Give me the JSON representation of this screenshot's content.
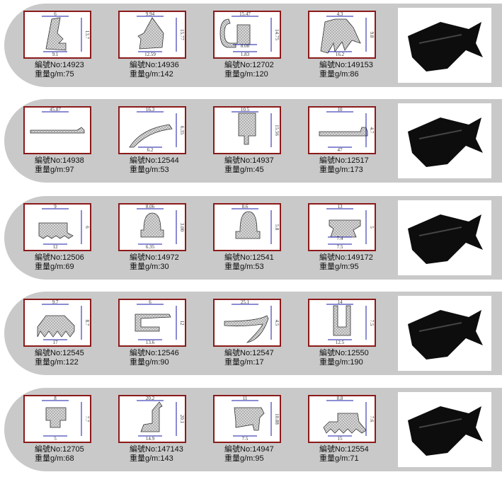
{
  "label_no_prefix": "編號No:",
  "label_weight_prefix": "重量g/m:",
  "colors": {
    "band": "#c9c9c9",
    "frame": "#8b1a1a",
    "dimension": "#1a1aa8",
    "rubber": "#111111"
  },
  "rows": [
    {
      "items": [
        {
          "no": "14923",
          "weight": "75",
          "dims": [
            "6",
            "13.7",
            "9.1"
          ]
        },
        {
          "no": "14936",
          "weight": "142",
          "dims": [
            "9.94",
            "15.77",
            "12.59"
          ]
        },
        {
          "no": "12702",
          "weight": "120",
          "dims": [
            "15.47",
            "14.75",
            "1.83",
            "8.08"
          ]
        },
        {
          "no": "149153",
          "weight": "86",
          "dims": [
            "4.3",
            "9.8",
            "16.2"
          ]
        }
      ]
    },
    {
      "items": [
        {
          "no": "14938",
          "weight": "97",
          "dims": [
            "45.87"
          ]
        },
        {
          "no": "12544",
          "weight": "53",
          "dims": [
            "16.3",
            "6.35",
            "6.2"
          ]
        },
        {
          "no": "14937",
          "weight": "45",
          "dims": [
            "10.5",
            "15.56"
          ]
        },
        {
          "no": "12517",
          "weight": "173",
          "dims": [
            "10",
            "4.7",
            "47"
          ]
        }
      ]
    },
    {
      "items": [
        {
          "no": "12506",
          "weight": "69",
          "dims": [
            "9",
            "6",
            "12"
          ]
        },
        {
          "no": "14972",
          "weight": "30",
          "dims": [
            "8.06",
            "3.00",
            "6.35"
          ]
        },
        {
          "no": "12541",
          "weight": "53",
          "dims": [
            "8.6",
            "5.8"
          ]
        },
        {
          "no": "149172",
          "weight": "95",
          "dims": [
            "13",
            "5",
            "7.5",
            "7.4"
          ]
        }
      ]
    },
    {
      "items": [
        {
          "no": "12545",
          "weight": "122",
          "dims": [
            "9.7",
            "8.7",
            "17"
          ]
        },
        {
          "no": "12546",
          "weight": "90",
          "dims": [
            "6",
            "12",
            "13.6"
          ]
        },
        {
          "no": "12547",
          "weight": "17",
          "dims": [
            "25.1",
            "4.5"
          ]
        },
        {
          "no": "12550",
          "weight": "190",
          "dims": [
            "14",
            "7.5",
            "12.5"
          ]
        }
      ]
    },
    {
      "items": [
        {
          "no": "12705",
          "weight": "68",
          "dims": [
            "8",
            "7.7",
            "5"
          ]
        },
        {
          "no": "147143",
          "weight": "143",
          "dims": [
            "20.2",
            "20.1",
            "14.9"
          ]
        },
        {
          "no": "14947",
          "weight": "95",
          "dims": [
            "11",
            "10.88",
            "7.5"
          ]
        },
        {
          "no": "12554",
          "weight": "71",
          "dims": [
            "8.8",
            "7.6",
            "15"
          ]
        }
      ]
    }
  ]
}
